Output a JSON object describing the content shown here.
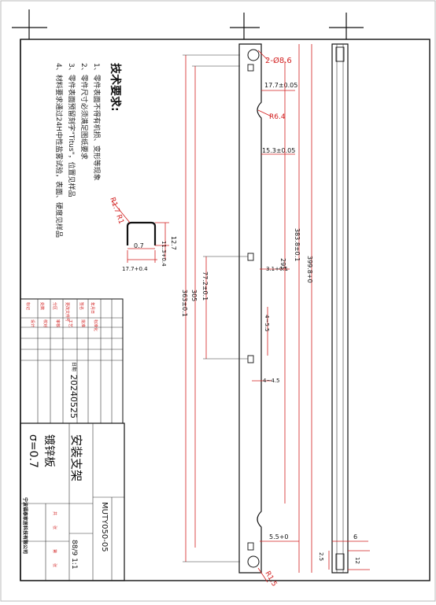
{
  "notes": {
    "title": "技术要求:",
    "items": [
      "1、零件表面不得有机损、变形等现象",
      "2、零件尺寸必须满足图纸要求",
      "3、零件表面预留刻字\"Titus\"，位置见样品",
      "4、材料要求通过24H中性盐雾试验，表面、硬度见样品"
    ]
  },
  "section": {
    "r": "R1.7 R1",
    "w07": "0.7",
    "h127": "12.7",
    "h113": "11.3+0.4",
    "w177": "17.7+0.4"
  },
  "dims": {
    "hole": "2-Ø8.6",
    "d177": "17.7±0.05",
    "r64": "R6.4",
    "d153": "15.3±0.05",
    "d31": "3.1+0.1",
    "d295": "295",
    "d3838": "383.8±0.1",
    "d3998": "399.8+0",
    "d772": "77.2±0.1",
    "d305": "305",
    "d3634": "363±0.1",
    "s455": "4~5.5",
    "s445": "4~4.5",
    "d55": "5.5+0",
    "r15": "R1.5",
    "e6": "6",
    "e25": "2.5",
    "e12": "12"
  },
  "sig_labels": [
    "标记",
    "处数",
    "分区",
    "更改文件号",
    "签名",
    "年月日",
    "设计",
    "校对",
    "审核",
    "工艺",
    "批准",
    "标准化"
  ],
  "date_label": "日期",
  "date": "20240525",
  "title_block": {
    "part_name": "安装支架",
    "material": "镀锌板",
    "thickness": "σ=0.7",
    "drawing_no": "MUTY050-05",
    "scale": "88/9 1:1",
    "company": "宁波福泰家居科技有限公司",
    "sheet_labels": [
      "共",
      "张",
      "第",
      "张"
    ]
  }
}
